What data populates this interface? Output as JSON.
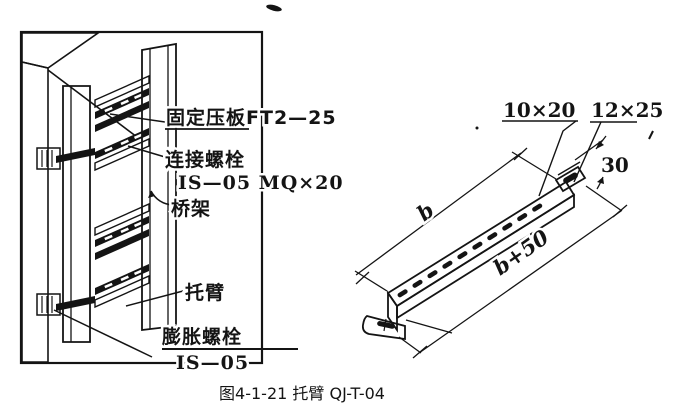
{
  "colors": {
    "ink": "#141414",
    "paper": "#ffffff"
  },
  "caption": {
    "text": "图4-1-21 托臂 QJ-T-04"
  },
  "installation_view": {
    "labels": {
      "fixing_plate": "固定压板FT2—25",
      "connecting_bolt": "连接螺栓",
      "connecting_bolt_spec": "IS—05 MQ×20",
      "cable_tray": "桥架",
      "bracket_arm": "托臂",
      "expansion_bolt": "膨胀螺栓",
      "expansion_bolt_spec": "IS—05"
    }
  },
  "bracket_view": {
    "dimensions": {
      "slot_small": "10×20",
      "slot_large": "12×25",
      "tab_size": "30",
      "length_top": "b",
      "length_bottom": "b+50"
    }
  }
}
